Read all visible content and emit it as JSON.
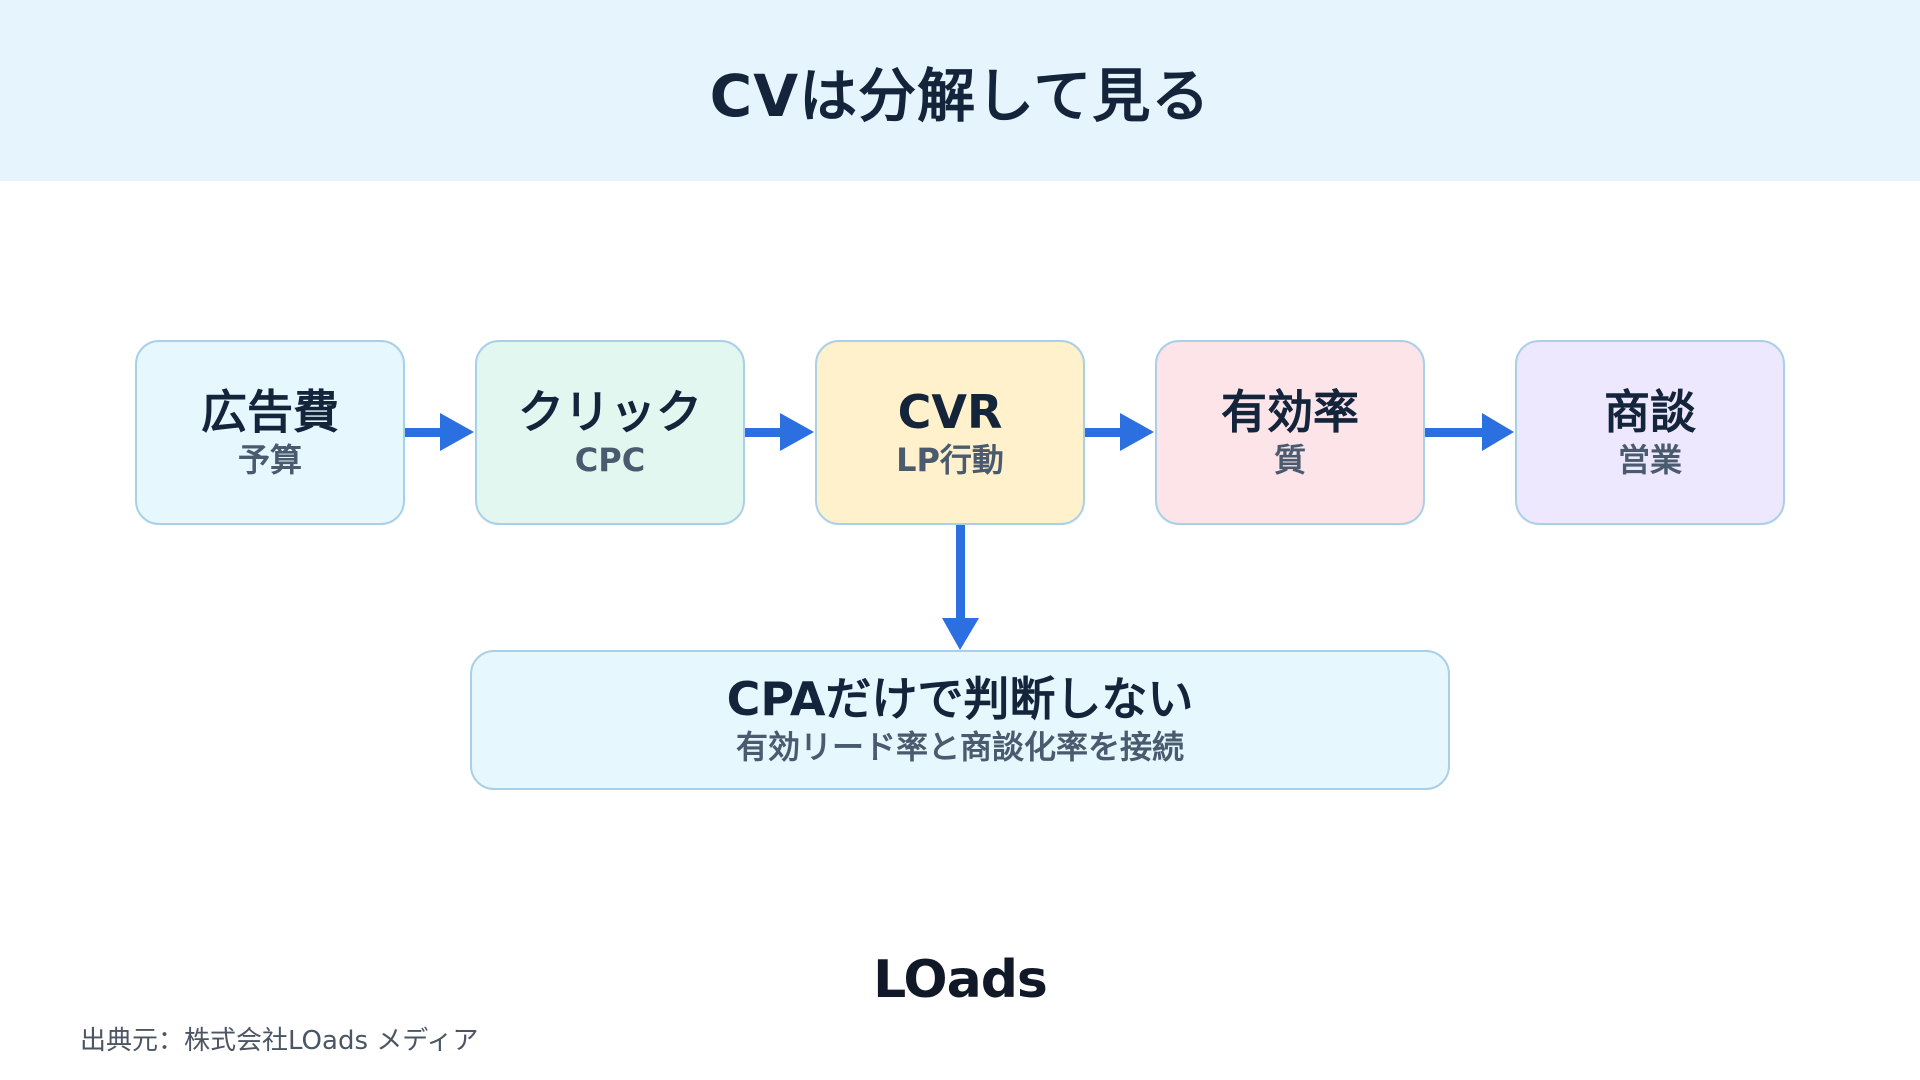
{
  "header": {
    "title": "CVは分解して見る"
  },
  "colors": {
    "header_bg": "#e6f4fd",
    "arrow": "#2b6fe0",
    "box_border": "#a9cfe9"
  },
  "flow": [
    {
      "main": "広告費",
      "sub": "予算",
      "color": "#e6f8fe"
    },
    {
      "main": "クリック",
      "sub": "CPC",
      "color": "#e2f7ef"
    },
    {
      "main": "CVR",
      "sub": "LP行動",
      "color": "#fff1cb"
    },
    {
      "main": "有効率",
      "sub": "質",
      "color": "#fde4e8"
    },
    {
      "main": "商談",
      "sub": "営業",
      "color": "#ede8fd"
    }
  ],
  "bottom": {
    "main": "CPAだけで判断しない",
    "sub": "有効リード率と商談化率を接続",
    "color": "#e6f8fe"
  },
  "logo": "LOads",
  "source": "出典元：株式会社LOads メディア"
}
